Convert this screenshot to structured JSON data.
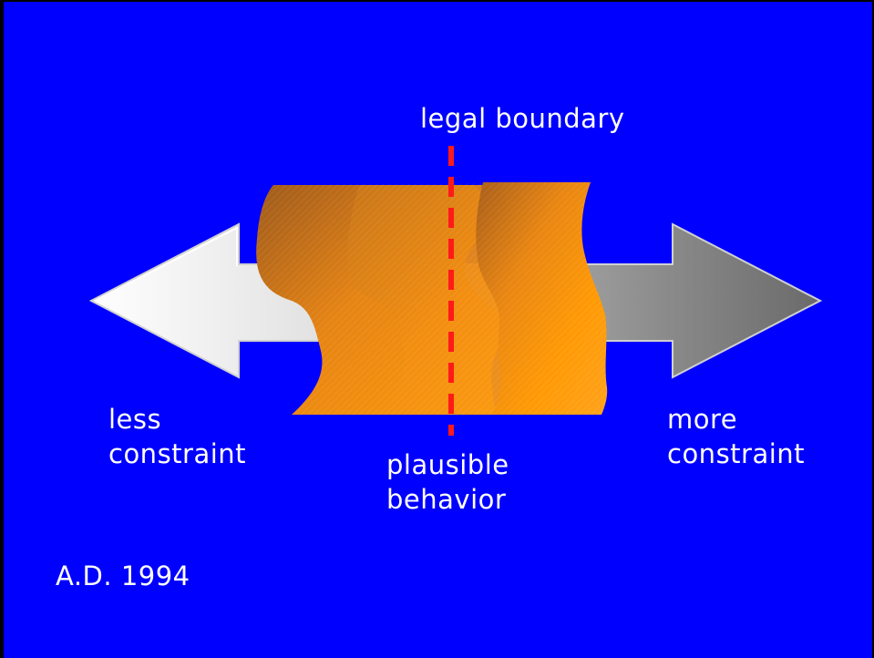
{
  "diagram": {
    "top_label": "legal boundary",
    "left_label_lines": [
      "less",
      "constraint"
    ],
    "right_label_lines": [
      "more",
      "constraint"
    ],
    "center_label_lines": [
      "plausible",
      "behavior"
    ],
    "credit": "A.D. 1994"
  },
  "colors": {
    "background": "#0000ff",
    "text": "#ffffff",
    "boundary_line": "#ff1a1a",
    "band_light": "#ff9d00",
    "band_dark": "#a85f1a",
    "arrow_light": "#ffffff",
    "arrow_dark": "#6e6e6e"
  }
}
